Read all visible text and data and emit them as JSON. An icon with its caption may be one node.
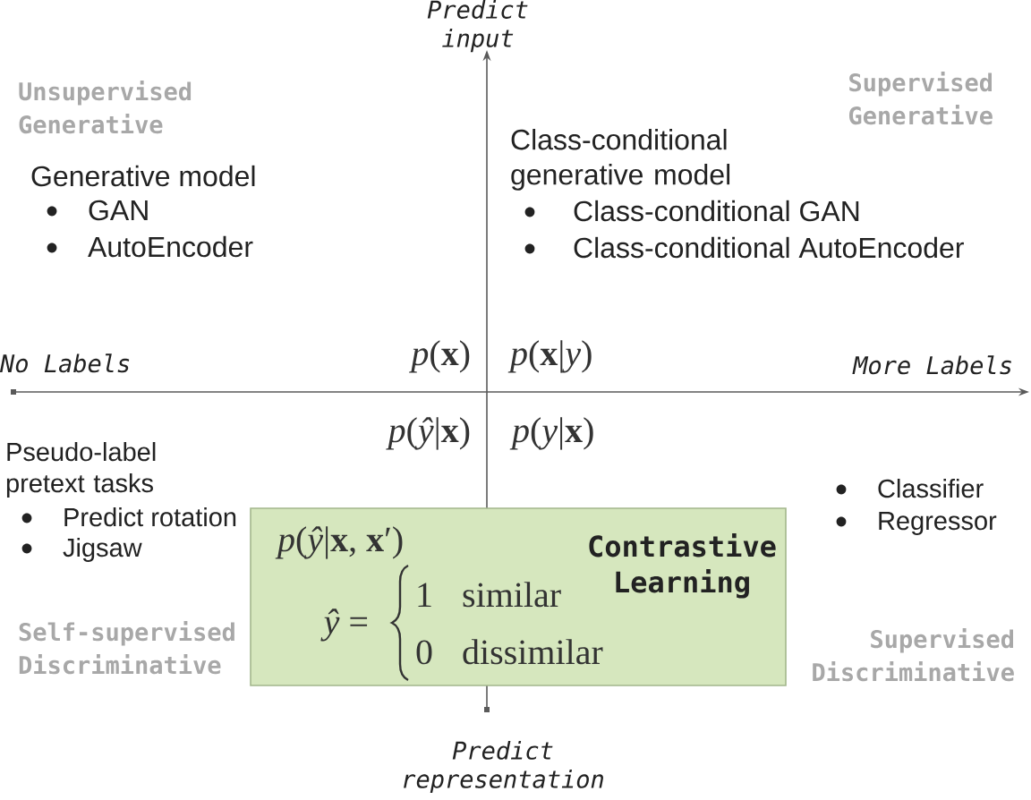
{
  "diagram": {
    "nodes": [
      {
        "text": [
          "*p*(*ŷ*|**x**, **x**′)",
          "*ŷ* =",
          "1",
          "similar",
          "0",
          "dissimilar",
          "Contrastive Learning"
        ]
      }
    ],
    "labels": [
      "Predict input",
      "Unsupervised Generative",
      "Supervised Generative",
      "Generative model",
      "GAN",
      "AutoEncoder",
      "Class-conditional generative model",
      "Class-conditional GAN",
      "Class-conditional AutoEncoder",
      "No Labels",
      "*p*(**x**)",
      "*p*(**x**|*y*)",
      "More Labels",
      "*p*(*ŷ*|**x**)",
      "*p*(*y*|**x**)",
      "Pseudo-label pretext tasks",
      "Predict rotation",
      "Jigsaw",
      "Classifier",
      "Regressor",
      "Self-supervised Discriminative",
      "Supervised Discriminative",
      "Predict representation"
    ]
  }
}
